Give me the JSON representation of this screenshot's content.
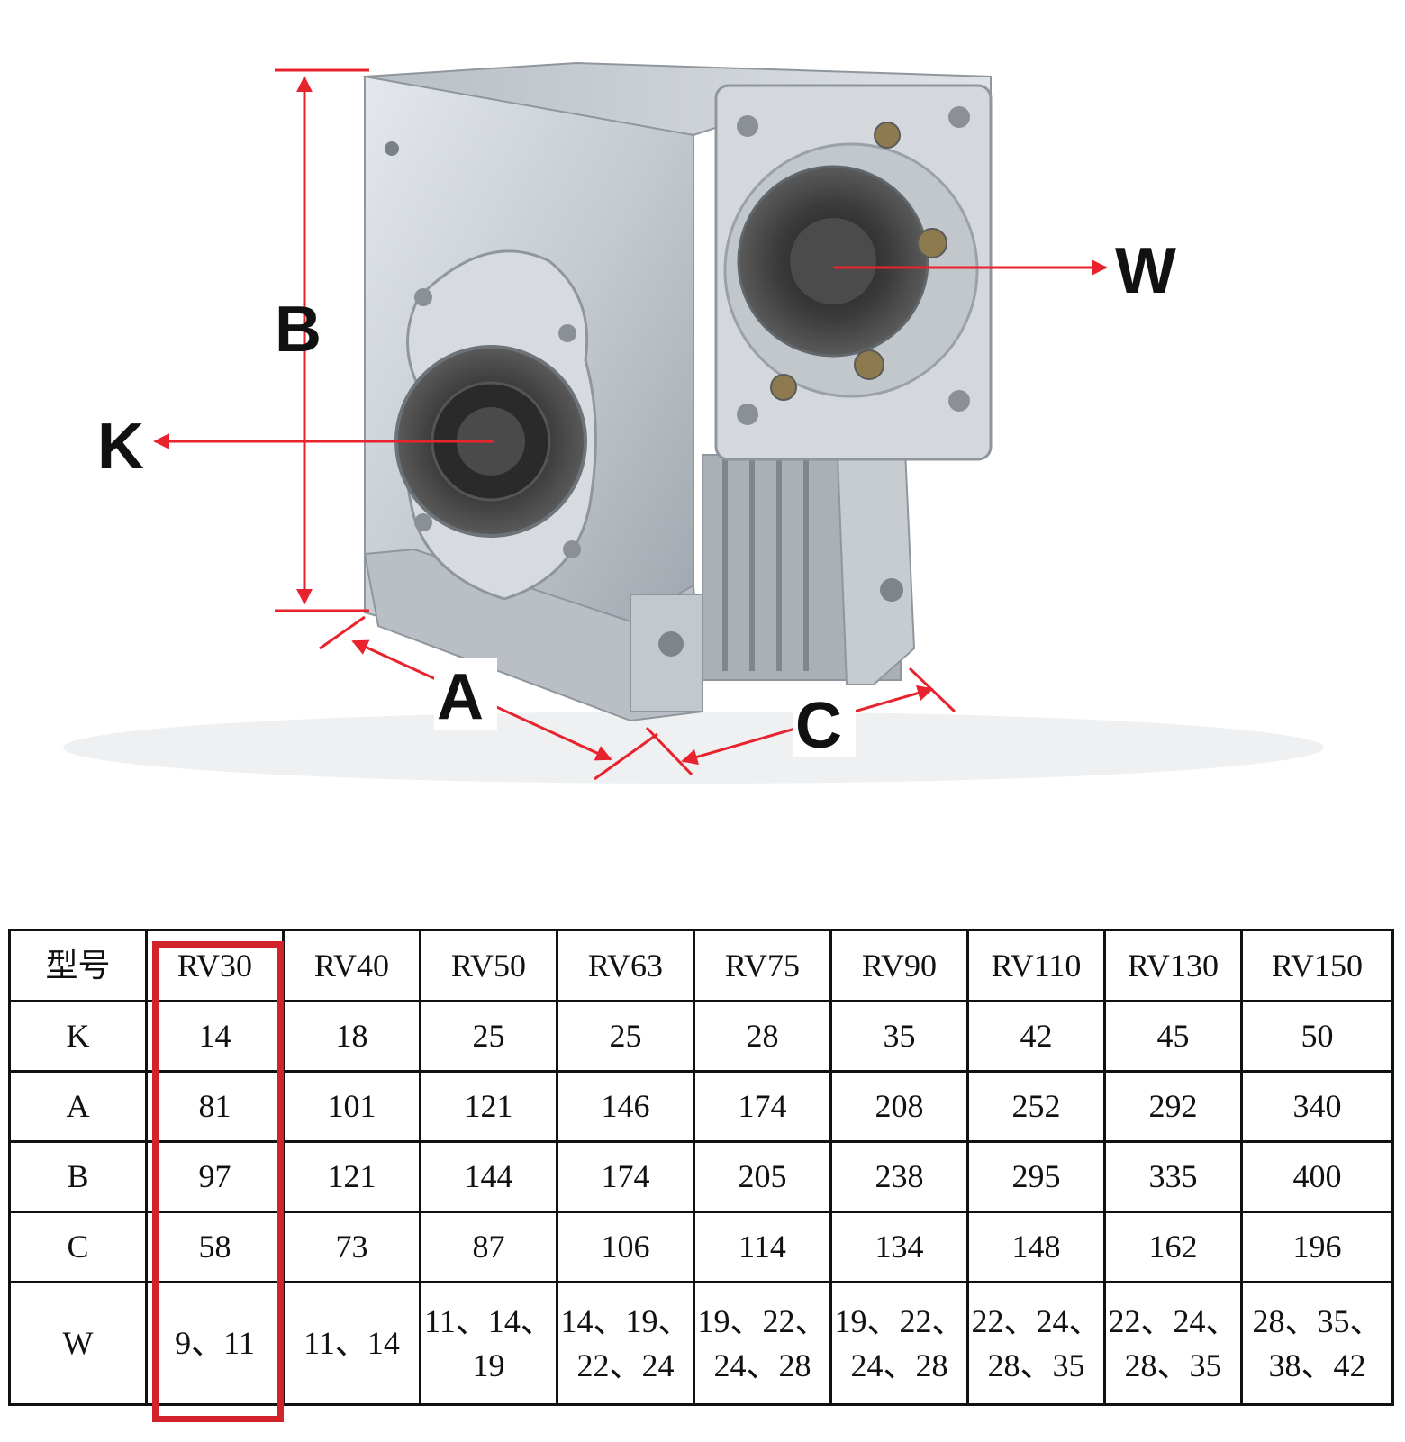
{
  "figure": {
    "labels": {
      "B": "B",
      "K": "K",
      "W": "W",
      "A": "A",
      "C": "C"
    },
    "colors": {
      "arrow": "#e8232d",
      "housing": "#c9ced3",
      "housing_dark": "#9aa1a8",
      "bearing": "#3a3a3a"
    }
  },
  "table": {
    "header": {
      "label": "型号",
      "models": [
        "RV30",
        "RV40",
        "RV50",
        "RV63",
        "RV75",
        "RV90",
        "RV110",
        "RV130",
        "RV150"
      ]
    },
    "rows": [
      {
        "label": "K",
        "values": [
          "14",
          "18",
          "25",
          "25",
          "28",
          "35",
          "42",
          "45",
          "50"
        ]
      },
      {
        "label": "A",
        "values": [
          "81",
          "101",
          "121",
          "146",
          "174",
          "208",
          "252",
          "292",
          "340"
        ]
      },
      {
        "label": "B",
        "values": [
          "97",
          "121",
          "144",
          "174",
          "205",
          "238",
          "295",
          "335",
          "400"
        ]
      },
      {
        "label": "C",
        "values": [
          "58",
          "73",
          "87",
          "106",
          "114",
          "134",
          "148",
          "162",
          "196"
        ]
      }
    ],
    "w_row": {
      "label": "W",
      "values": [
        [
          "9、11"
        ],
        [
          "11、14"
        ],
        [
          "11、14、",
          "19"
        ],
        [
          "14、19、",
          "22、24"
        ],
        [
          "19、22、",
          "24、28"
        ],
        [
          "19、22、",
          "24、28"
        ],
        [
          "22、24、",
          "28、35"
        ],
        [
          "22、24、",
          "28、35"
        ],
        [
          "28、35、",
          "38、42"
        ]
      ]
    },
    "highlight": {
      "model": "RV30",
      "color": "#d3232a"
    }
  }
}
